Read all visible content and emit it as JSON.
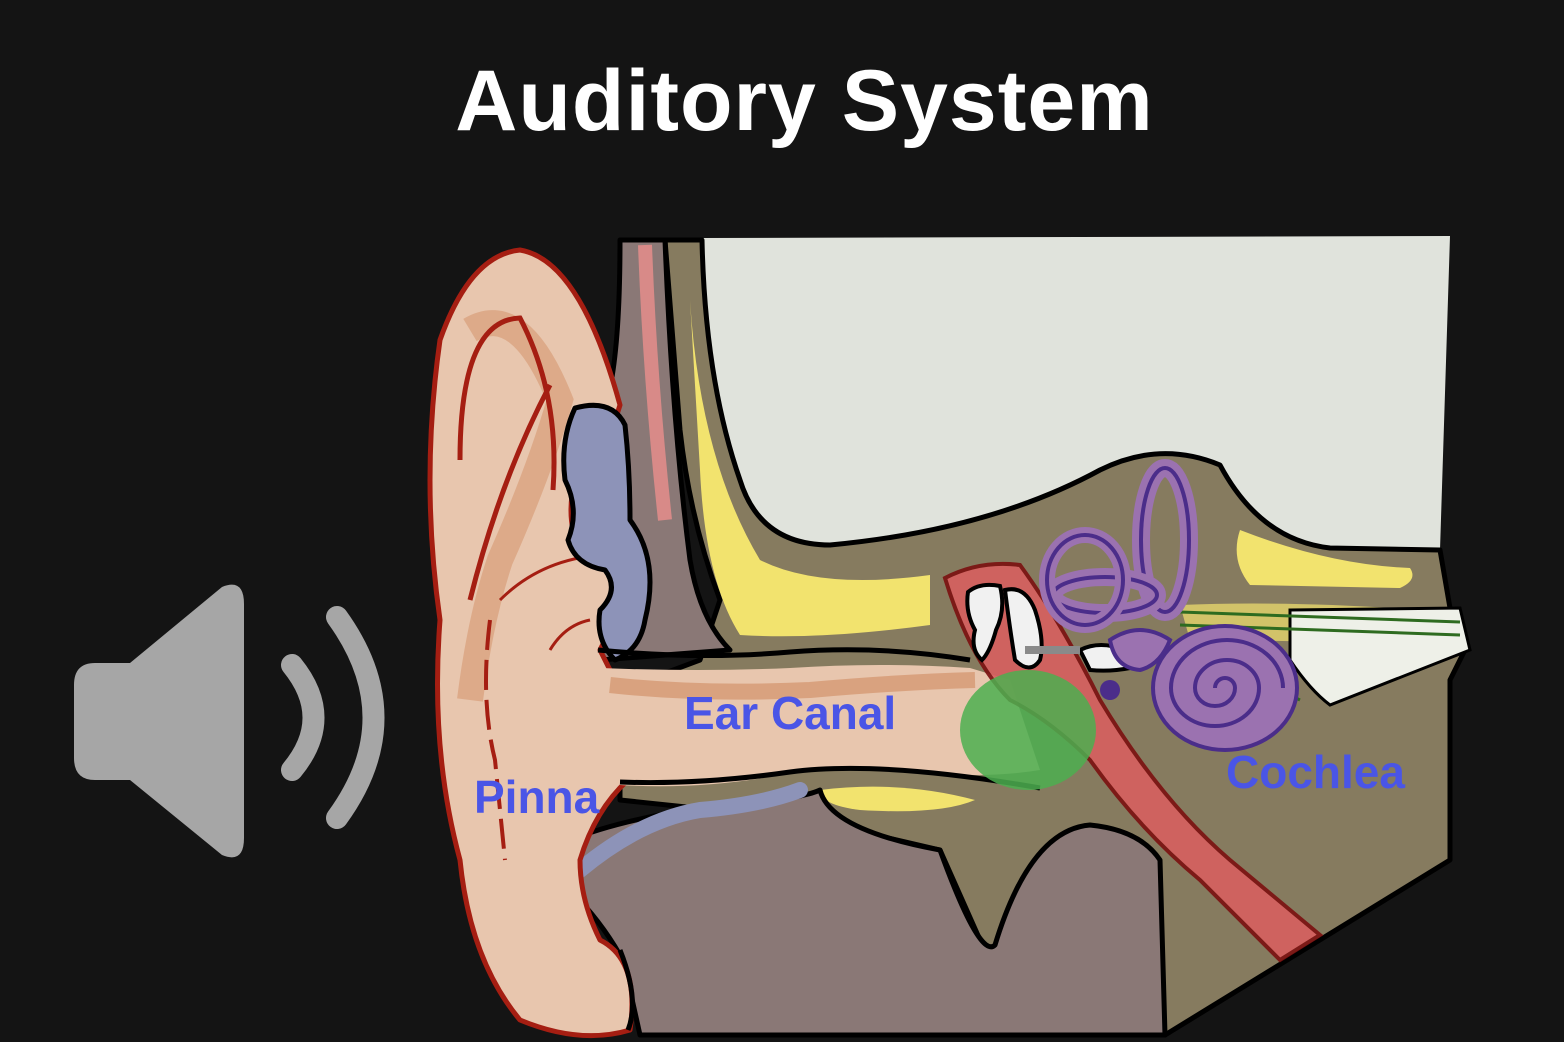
{
  "title": "Auditory System",
  "labels": {
    "pinna": "Pinna",
    "ear_canal": "Ear Canal",
    "cochlea": "Cochlea"
  },
  "colors": {
    "background": "#141414",
    "title": "#ffffff",
    "label": "#4a55e6",
    "speaker": "#a6a6a6",
    "eardrum_highlight": "#4caf50",
    "cochlea": "#9b72b0",
    "skin": "#e8c6ae",
    "bone": "#867b5f",
    "brain_area": "#e0e3dc"
  },
  "icons": {
    "speaker": "speaker-volume-icon"
  }
}
